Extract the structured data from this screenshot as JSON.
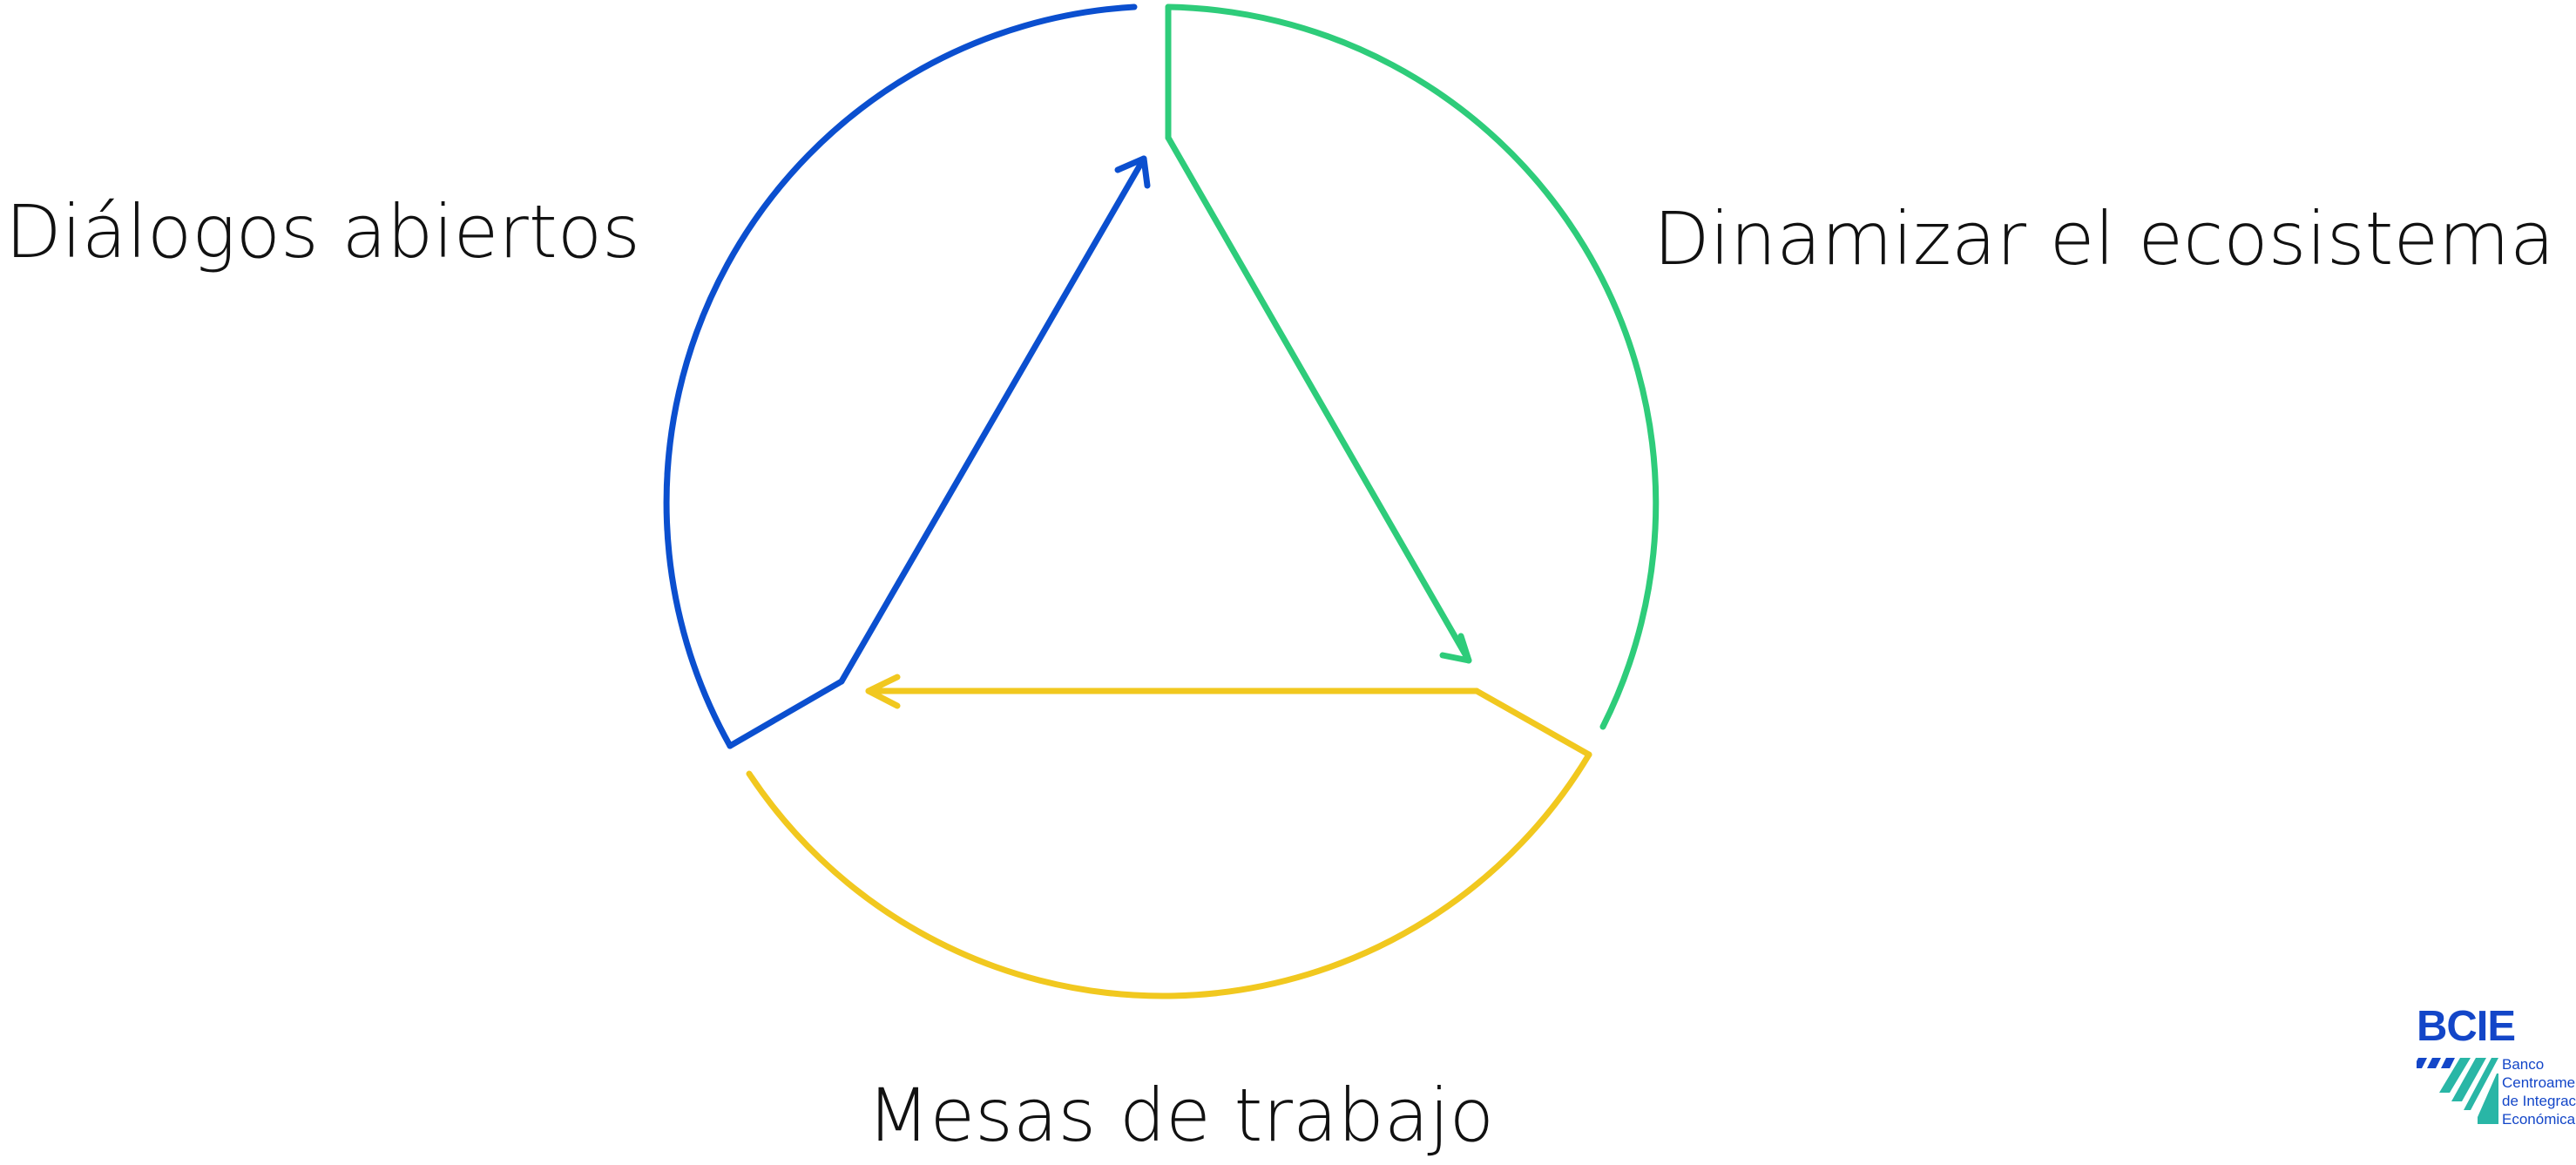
{
  "labels": {
    "dialogos": "Diálogos abiertos",
    "dinamizar": "Dinamizar el ecosistema",
    "mesas": "Mesas de trabajo"
  },
  "colors": {
    "blue": "#0b4fcf",
    "green": "#2ecc7a",
    "yellow": "#f1c81f",
    "logo_blue": "#1346c8",
    "logo_teal": "#29b6a6"
  },
  "logo": {
    "wordmark": "BCIE",
    "subtitle": "Banco\nCentroamericano\nde Integración\nEconómica",
    "mark_icon": "bcie-stripes-mark"
  }
}
